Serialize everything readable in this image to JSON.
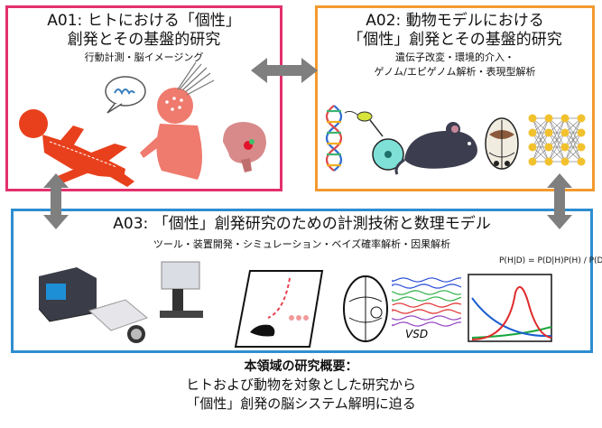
{
  "panels": {
    "a01": {
      "title_line1": "A01: ヒトにおける「個性」",
      "title_line2": "創発とその基盤的研究",
      "subtitle": "行動計測・脳イメージング"
    },
    "a02": {
      "title_line1": "A02: 動物モデルにおける",
      "title_line2": "「個性」創発とその基盤的研究",
      "subtitle_line1": "遺伝子改変・環境的介入・",
      "subtitle_line2": "ゲノム/エピゲノム解析・表現型解析"
    },
    "a03": {
      "title": "A03: 「個性」創発研究のための計測技術と数理モデル",
      "subtitle": "ツール・装置開発・シミュレーション・ベイズ確率解析・因果解析",
      "vsd_label": "VSD",
      "bayes_formula": "P(H|D) = P(D|H)P(H) / P(D)"
    }
  },
  "summary": {
    "heading": "本領域の研究概要：",
    "line1": "ヒトおよび動物を対象とした研究から",
    "line2": "「個性」創発の脳システム解明に迫る"
  },
  "colors": {
    "a01_border": "#e2316b",
    "a02_border": "#f39a2e",
    "a03_border": "#2e8ed0",
    "arrow": "#7f7f7f",
    "baby": "#e8401c"
  }
}
